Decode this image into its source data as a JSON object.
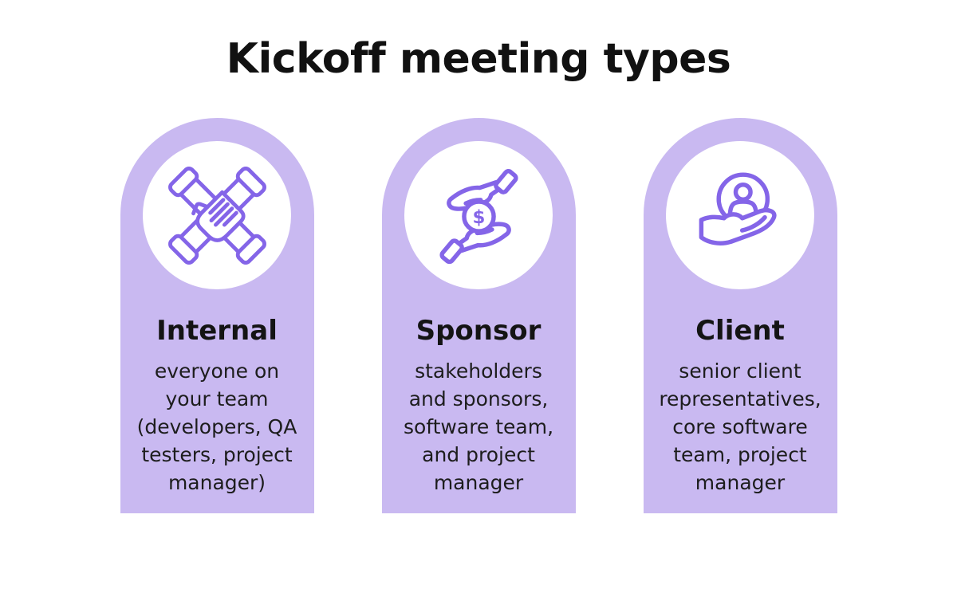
{
  "page": {
    "title": "Kickoff meeting types"
  },
  "theme": {
    "background": "#ffffff",
    "card_color": "#c9b9f1",
    "icon_color": "#8465e8",
    "heading_color": "#111111",
    "title_color": "#141414",
    "body_color": "#1d1d1d"
  },
  "cards": [
    {
      "id": "internal",
      "icon": "teamwork-hands-icon",
      "title": "Internal",
      "description": "everyone on\nyour team\n(developers, QA\ntesters, project\nmanager)"
    },
    {
      "id": "sponsor",
      "icon": "hands-exchange-dollar-icon",
      "coin_symbol": "$",
      "title": "Sponsor",
      "description": "stakeholders\nand sponsors,\nsoftware team,\nand project\nmanager"
    },
    {
      "id": "client",
      "icon": "hand-holding-user-icon",
      "title": "Client",
      "description": "senior client\nrepresentatives,\ncore software\nteam, project\nmanager"
    }
  ]
}
